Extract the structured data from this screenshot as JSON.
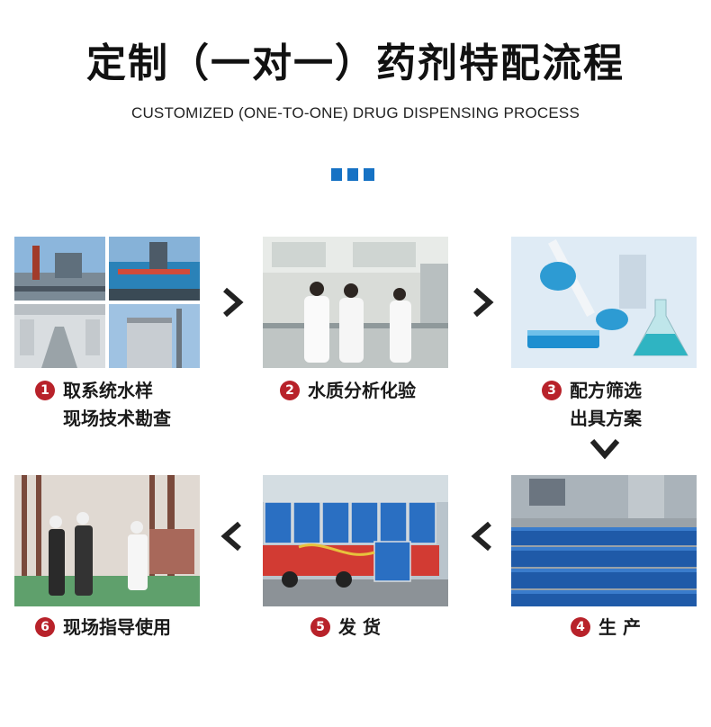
{
  "header": {
    "title": "定制（一对一）药剂特配流程",
    "subtitle": "CUSTOMIZED (ONE-TO-ONE) DRUG DISPENSING PROCESS"
  },
  "colors": {
    "accent": "#1672c4",
    "badge": "#b8222a"
  },
  "steps": [
    {
      "number": "1",
      "line1": "取系统水样",
      "line2": "现场技术勘查"
    },
    {
      "number": "2",
      "line1": "水质分析化验"
    },
    {
      "number": "3",
      "line1": "配方筛选",
      "line2": "出具方案"
    },
    {
      "number": "4",
      "line1": "生 产"
    },
    {
      "number": "5",
      "line1": "发 货"
    },
    {
      "number": "6",
      "line1": "现场指导使用"
    }
  ],
  "arrows": [
    "chevron-right-icon",
    "chevron-right-icon",
    "chevron-down-icon",
    "chevron-left-icon",
    "chevron-left-icon"
  ]
}
